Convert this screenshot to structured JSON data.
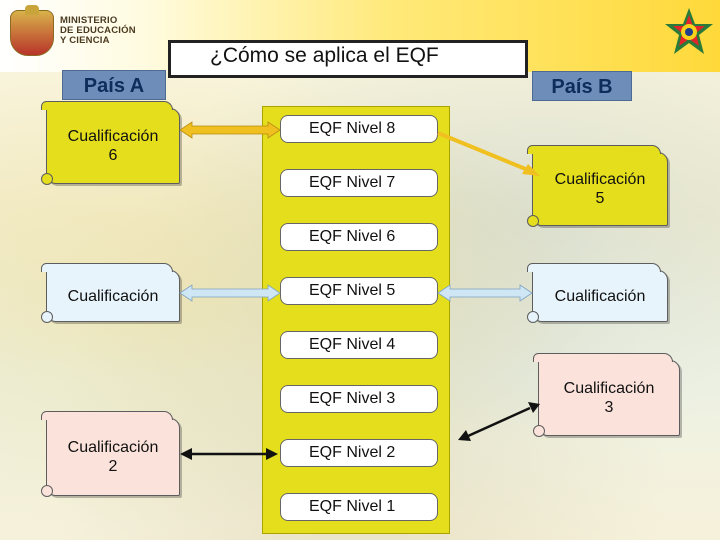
{
  "header": {
    "ministry_lines": [
      "MINISTERIO",
      "DE EDUCACIÓN",
      "Y CIENCIA"
    ],
    "title": "¿Cómo se aplica el EQF"
  },
  "countries": {
    "a": "País A",
    "b": "País B"
  },
  "eqf_levels": [
    "EQF Nivel 8",
    "EQF Nivel 7",
    "EQF Nivel 6",
    "EQF Nivel 5",
    "EQF Nivel 4",
    "EQF Nivel 3",
    "EQF Nivel 2",
    "EQF Nivel 1"
  ],
  "country_a_qualifications": [
    {
      "label": "Cualificación\n6",
      "color": "yellow",
      "links_to": "EQF Nivel 8"
    },
    {
      "label": "Cualificación",
      "color": "lightblue",
      "links_to": "EQF Nivel 5"
    },
    {
      "label": "Cualificación\n2",
      "color": "pink",
      "links_to": "EQF Nivel 2"
    }
  ],
  "country_b_qualifications": [
    {
      "label": "Cualificación\n5",
      "color": "yellow",
      "links_to": "EQF Nivel 8"
    },
    {
      "label": "Cualificación",
      "color": "lightblue",
      "links_to": "EQF Nivel 5"
    },
    {
      "label": "Cualificación\n3",
      "color": "pink",
      "links_to": "EQF Nivel 2"
    }
  ],
  "colors": {
    "level_band": "#e4de1c",
    "country_tab": "#6e8db8",
    "yellow_arrow": "#f0c020",
    "blue_arrow": "#cfe6f5",
    "dark_arrow": "#111111"
  }
}
